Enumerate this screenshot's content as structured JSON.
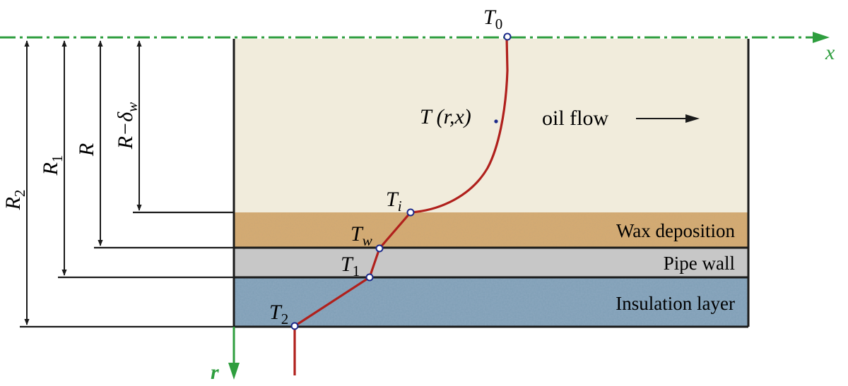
{
  "axes": {
    "x_label": "x",
    "r_label": "r"
  },
  "dimensions": {
    "r2": {
      "main": "R",
      "sub": "2"
    },
    "r1": {
      "main": "R",
      "sub": "1"
    },
    "r": {
      "main": "R"
    },
    "r_minus_delta": {
      "main": "R−δ",
      "sub": "w"
    }
  },
  "temperature_points": {
    "t0": {
      "main": "T",
      "sub": "0"
    },
    "t_rx": "T (r,x)",
    "ti": {
      "main": "T",
      "sub": "i"
    },
    "tw": {
      "main": "T",
      "sub": "w"
    },
    "t1": {
      "main": "T",
      "sub": "1"
    },
    "t2": {
      "main": "T",
      "sub": "2"
    }
  },
  "labels": {
    "oil_flow": "oil flow",
    "wax_deposition": "Wax deposition",
    "pipe_wall": "Pipe wall",
    "insulation_layer": "Insulation layer"
  },
  "colors": {
    "axis": "#2e9e3e",
    "oil": "#f1ecdc",
    "wax": "#d7ab73",
    "pipe_wall": "#c7c7c7",
    "insulation": "#7f9fb6",
    "profile": "#b0201c",
    "marker": "#1c2a8a",
    "lines": "#1a1a1a"
  }
}
